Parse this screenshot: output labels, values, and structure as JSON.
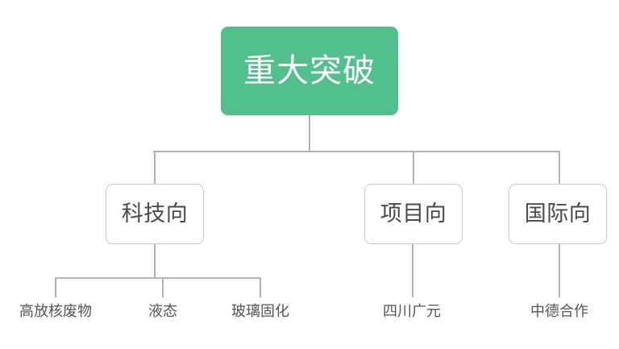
{
  "diagram": {
    "type": "org-tree",
    "orientation": "top-down",
    "background_color": "#ffffff",
    "edge_color": "#b3b3b3",
    "root": {
      "label": "重大突破",
      "fill_color": "#51c08d",
      "text_color": "#ffffff"
    },
    "branches": [
      {
        "id": "tech",
        "label": "科技向",
        "border_color": "#c9c9c9",
        "text_color": "#4a4a4a",
        "children": [
          {
            "id": "tech-1",
            "label": "高放核废物"
          },
          {
            "id": "tech-2",
            "label": "液态"
          },
          {
            "id": "tech-3",
            "label": "玻璃固化"
          }
        ]
      },
      {
        "id": "project",
        "label": "项目向",
        "border_color": "#c9c9c9",
        "text_color": "#4a4a4a",
        "children": [
          {
            "id": "project-1",
            "label": "四川广元"
          }
        ]
      },
      {
        "id": "intl",
        "label": "国际向",
        "border_color": "#c9c9c9",
        "text_color": "#4a4a4a",
        "children": [
          {
            "id": "intl-1",
            "label": "中德合作"
          }
        ]
      }
    ]
  }
}
